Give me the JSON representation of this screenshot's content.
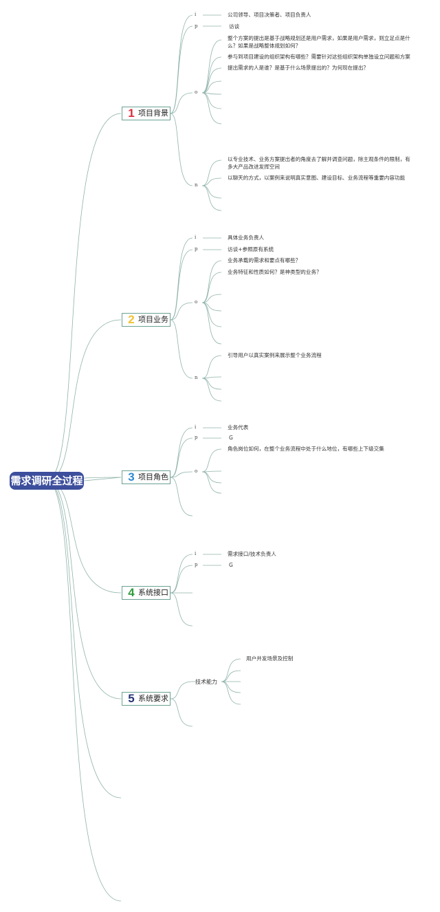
{
  "root": {
    "label": "需求调研全过程"
  },
  "topics": [
    {
      "num": "1",
      "label": "项目背景",
      "color": "#d62c3c"
    },
    {
      "num": "2",
      "label": "项目业务",
      "color": "#f1c232"
    },
    {
      "num": "3",
      "label": "项目角色",
      "color": "#2d8ad2"
    },
    {
      "num": "4",
      "label": "系统接口",
      "color": "#2e9d3b"
    },
    {
      "num": "5",
      "label": "系统要求",
      "color": "#263578"
    }
  ],
  "t1": {
    "k_i": "i",
    "k_p": "p",
    "k_o": "o",
    "k_n": "n",
    "i": "公司领导、项目决策者、项目负责人",
    "p": "访谈",
    "o1": "整个方案的提出是基于战略规划还是用户需求，如果是用户需求，则立足点是什么？如果是战略整体规划如何？",
    "o2": "参与到项目建设的组织架构有哪些？需要针对这些组织架构单独设立问题和方案",
    "o3": "提出需求的人是谁？是基于什么场景提出的？为何现在提出？",
    "n1": "以专业技术、业务方案提出者的角度去了解并调查问题，除主观条件的限制，有多大产品改进发挥空间",
    "n2": "以聊天的方式，以案例来说明真实意图、建设目标、业务流程等重要内容功能"
  },
  "t2": {
    "k_i": "i",
    "k_p": "p",
    "k_o": "o",
    "k_n": "n",
    "i": "具体业务负责人",
    "p": "访谈+参照原有系统",
    "o1": "业务承载的需求和要点有哪些？",
    "o2": "业务特征和性质如何？是神类型的业务？",
    "n1": "引导用户以真实案例来展示整个业务流程"
  },
  "t3": {
    "k_i": "i",
    "k_p": "p",
    "k_o": "o",
    "i": "业务代表",
    "p": "G",
    "o1": "角色岗位如何，在整个业务流程中处于什么地位，有哪些上下级交集"
  },
  "t4": {
    "k_i": "i",
    "k_p": "p",
    "i": "需求接口/技术负责人",
    "p": "G"
  },
  "t5": {
    "sub": "技术能力",
    "c1": "用户并发场景及控制"
  }
}
